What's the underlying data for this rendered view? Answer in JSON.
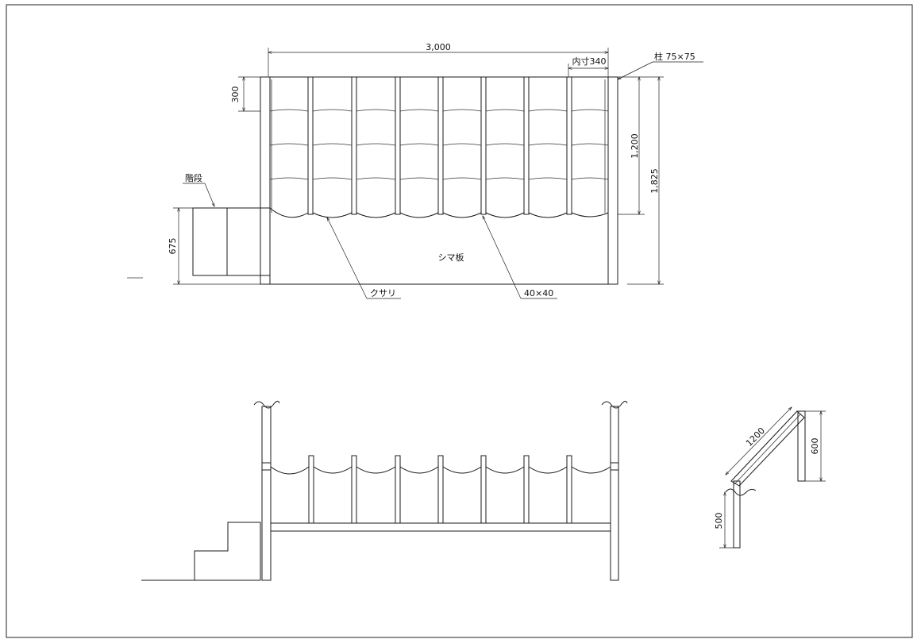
{
  "plan": {
    "width": "3,000",
    "inner": "内寸340",
    "pillar": "柱 75×75",
    "row": "300",
    "net": "1,200",
    "total": "1,825",
    "stairs": "階段",
    "stairs_depth": "675",
    "floor": "シマ板",
    "chain": "クサリ",
    "post": "40×40"
  },
  "ladder": {
    "length": "1200",
    "height": "600",
    "leg": "500"
  }
}
